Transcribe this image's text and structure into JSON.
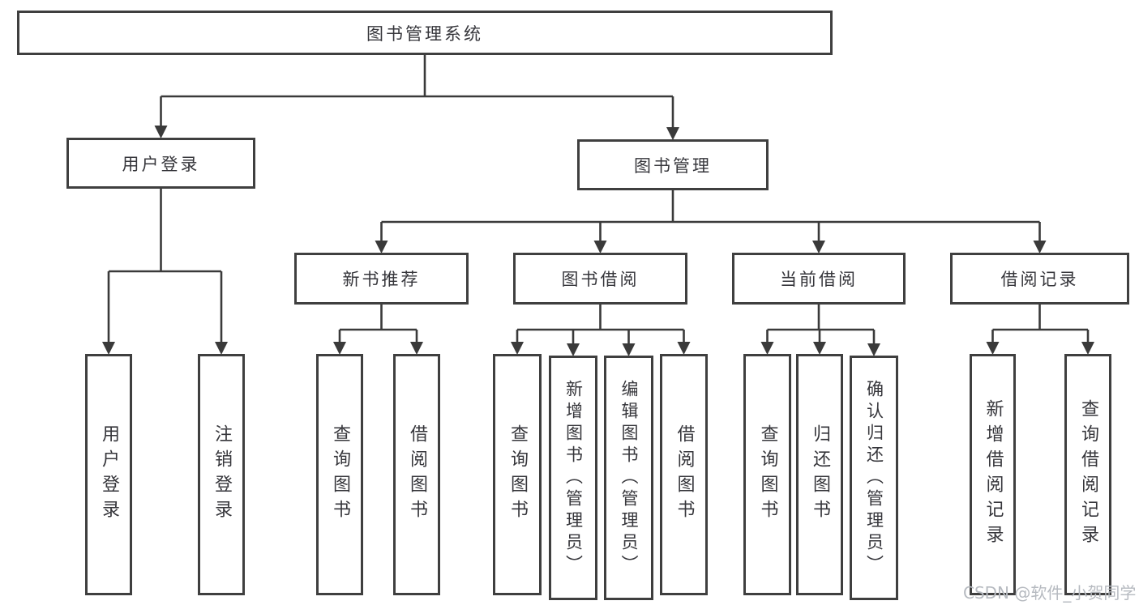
{
  "colors": {
    "line": "#3a3a3a",
    "box_border": "#3f3f3f",
    "text": "#36363b",
    "watermark": "#b6bac0",
    "background": "#ffffff"
  },
  "watermark": {
    "text": "CSDN @软件_小贺同学"
  },
  "diagram": {
    "title": "图书管理系统",
    "nodes": [
      {
        "id": "root",
        "label": "图书管理系统",
        "level": 1
      },
      {
        "id": "user-login-group",
        "label": "用户登录",
        "level": 2
      },
      {
        "id": "book-mgmt",
        "label": "图书管理",
        "level": 2
      },
      {
        "id": "new-books",
        "label": "新书推荐",
        "level": 3
      },
      {
        "id": "book-borrow",
        "label": "图书借阅",
        "level": 3
      },
      {
        "id": "current-borrow",
        "label": "当前借阅",
        "level": 3
      },
      {
        "id": "borrow-records",
        "label": "借阅记录",
        "level": 3
      },
      {
        "id": "user-login",
        "label": "用户登录",
        "level": 4
      },
      {
        "id": "logout",
        "label": "注销登录",
        "level": 4
      },
      {
        "id": "nb-query-books",
        "label": "查询图书",
        "level": 4
      },
      {
        "id": "nb-borrow-books",
        "label": "借阅图书",
        "level": 4
      },
      {
        "id": "bb-query-books",
        "label": "查询图书",
        "level": 4
      },
      {
        "id": "bb-add-books",
        "label": "新增图书（管理员）",
        "level": 4
      },
      {
        "id": "bb-edit-books",
        "label": "编辑图书（管理员）",
        "level": 4
      },
      {
        "id": "bb-borrow-books",
        "label": "借阅图书",
        "level": 4
      },
      {
        "id": "cb-query-books",
        "label": "查询图书",
        "level": 4
      },
      {
        "id": "cb-return-books",
        "label": "归还图书",
        "level": 4
      },
      {
        "id": "cb-confirm-return",
        "label": "确认归还（管理员）",
        "level": 4
      },
      {
        "id": "br-add-record",
        "label": "新增借阅记录",
        "level": 4
      },
      {
        "id": "br-query-record",
        "label": "查询借阅记录",
        "level": 4
      }
    ],
    "edges": [
      [
        "root",
        "user-login-group"
      ],
      [
        "root",
        "book-mgmt"
      ],
      [
        "user-login-group",
        "user-login"
      ],
      [
        "user-login-group",
        "logout"
      ],
      [
        "book-mgmt",
        "new-books"
      ],
      [
        "book-mgmt",
        "book-borrow"
      ],
      [
        "book-mgmt",
        "current-borrow"
      ],
      [
        "book-mgmt",
        "borrow-records"
      ],
      [
        "new-books",
        "nb-query-books"
      ],
      [
        "new-books",
        "nb-borrow-books"
      ],
      [
        "book-borrow",
        "bb-query-books"
      ],
      [
        "book-borrow",
        "bb-add-books"
      ],
      [
        "book-borrow",
        "bb-edit-books"
      ],
      [
        "book-borrow",
        "bb-borrow-books"
      ],
      [
        "current-borrow",
        "cb-query-books"
      ],
      [
        "current-borrow",
        "cb-return-books"
      ],
      [
        "current-borrow",
        "cb-confirm-return"
      ],
      [
        "borrow-records",
        "br-add-record"
      ],
      [
        "borrow-records",
        "br-query-record"
      ]
    ]
  }
}
